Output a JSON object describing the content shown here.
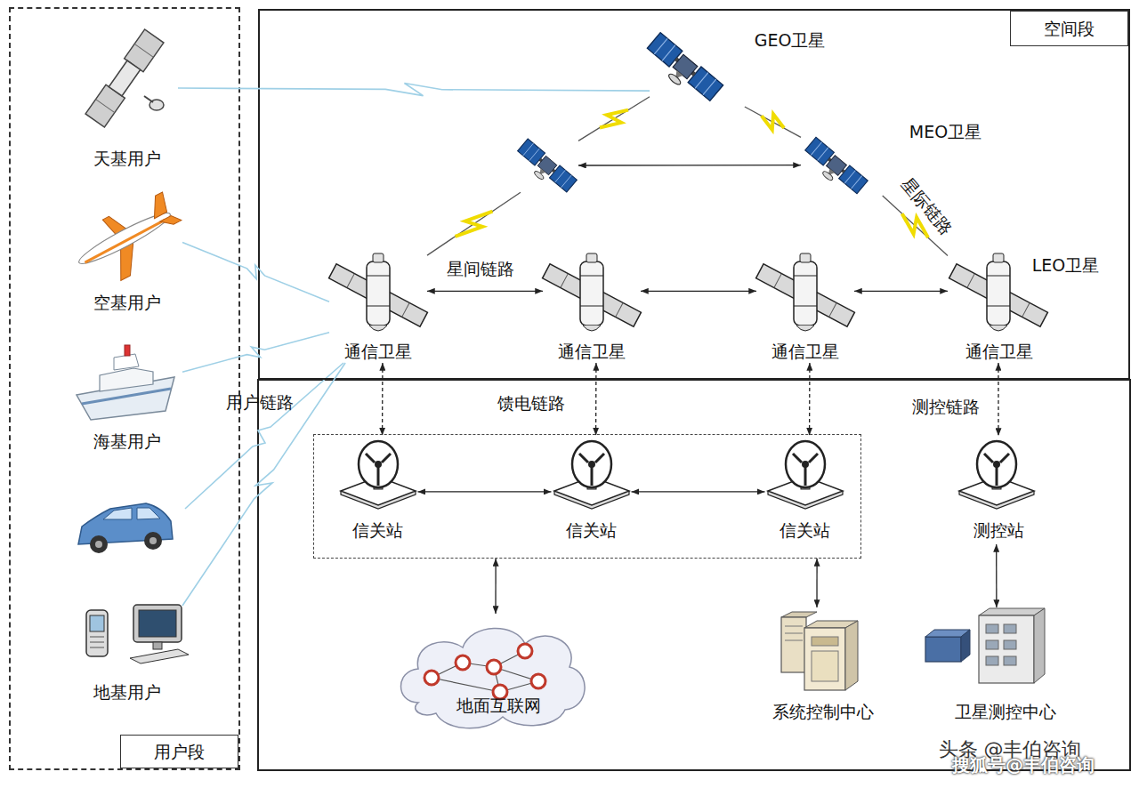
{
  "diagram": {
    "nodes": [
      {
        "text": [
          "用户段"
        ]
      },
      {
        "text": [
          "天基用户"
        ],
        "in": 0
      },
      {
        "text": [
          "空基用户"
        ],
        "in": 0
      },
      {
        "text": [
          "海基用户"
        ],
        "in": 0
      },
      {
        "text": [
          "地基用户"
        ],
        "in": 0
      },
      {
        "text": [
          "空间段"
        ]
      },
      {
        "text": [
          "GEO卫星"
        ],
        "in": 5
      },
      {
        "text": [],
        "in": 5
      },
      {
        "text": [
          "MEO卫星"
        ],
        "in": 5
      },
      {
        "text": [
          "通信卫星"
        ],
        "in": 5
      },
      {
        "text": [
          "通信卫星"
        ],
        "in": 5
      },
      {
        "text": [
          "通信卫星"
        ],
        "in": 5
      },
      {
        "text": [
          "LEO卫星",
          "通信卫星"
        ],
        "in": 5
      },
      {
        "text": []
      },
      {
        "text": [
          "信关站"
        ],
        "in": 13
      },
      {
        "text": [
          "信关站"
        ],
        "in": 13
      },
      {
        "text": [
          "信关站"
        ],
        "in": 13
      },
      {
        "text": [
          "测控站"
        ]
      },
      {
        "text": [
          "地面互联网"
        ]
      },
      {
        "text": [
          "系统控制中心"
        ]
      },
      {
        "text": [
          "卫星测控中心"
        ]
      }
    ],
    "edges": [
      {
        "from": 1,
        "to": 6,
        "arrow": "none"
      },
      {
        "from": 2,
        "to": 9,
        "arrow": "none"
      },
      {
        "from": 3,
        "to": 9,
        "arrow": "none"
      },
      {
        "from": 4,
        "to": 9,
        "arrow": "none"
      },
      {
        "from": 6,
        "to": 7,
        "arrow": "none"
      },
      {
        "from": 6,
        "to": 8,
        "arrow": "none"
      },
      {
        "from": 7,
        "to": 8,
        "arrow": "both"
      },
      {
        "from": 7,
        "to": 9,
        "arrow": "none"
      },
      {
        "from": 8,
        "to": 12,
        "label": "星际链路",
        "arrow": "none"
      },
      {
        "from": 9,
        "to": 10,
        "label": "星间链路",
        "arrow": "both"
      },
      {
        "from": 10,
        "to": 11,
        "arrow": "both"
      },
      {
        "from": 11,
        "to": 12,
        "arrow": "both"
      },
      {
        "from": 9,
        "to": 14,
        "arrow": "both"
      },
      {
        "from": 10,
        "to": 15,
        "label": "馈电链路",
        "arrow": "both"
      },
      {
        "from": 11,
        "to": 16,
        "arrow": "both"
      },
      {
        "from": 12,
        "to": 17,
        "label": "测控链路",
        "arrow": "both"
      },
      {
        "from": 14,
        "to": 15,
        "arrow": "both"
      },
      {
        "from": 15,
        "to": 16,
        "arrow": "both"
      },
      {
        "from": 13,
        "to": 18,
        "arrow": "both"
      },
      {
        "from": 13,
        "to": 19,
        "arrow": "both"
      },
      {
        "from": 17,
        "to": 20,
        "arrow": "both"
      }
    ],
    "labels": [
      "用户链路",
      "头条 @丰伯咨询",
      "搜狐号@丰伯咨询"
    ]
  }
}
